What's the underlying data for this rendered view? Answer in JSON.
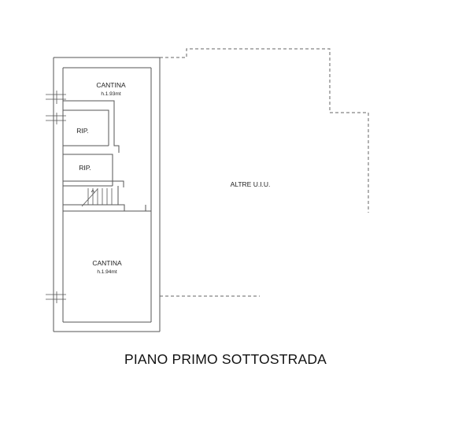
{
  "title": "PIANO PRIMO SOTTOSTRADA",
  "rooms": {
    "cantina_top": {
      "name": "CANTINA",
      "height": "h.1.93mt"
    },
    "rip_1": {
      "name": "RIP."
    },
    "rip_2": {
      "name": "RIP."
    },
    "cantina_bottom": {
      "name": "CANTINA",
      "height": "h.1.94mt"
    },
    "other_units": {
      "name": "ALTRE U.I.U."
    }
  }
}
